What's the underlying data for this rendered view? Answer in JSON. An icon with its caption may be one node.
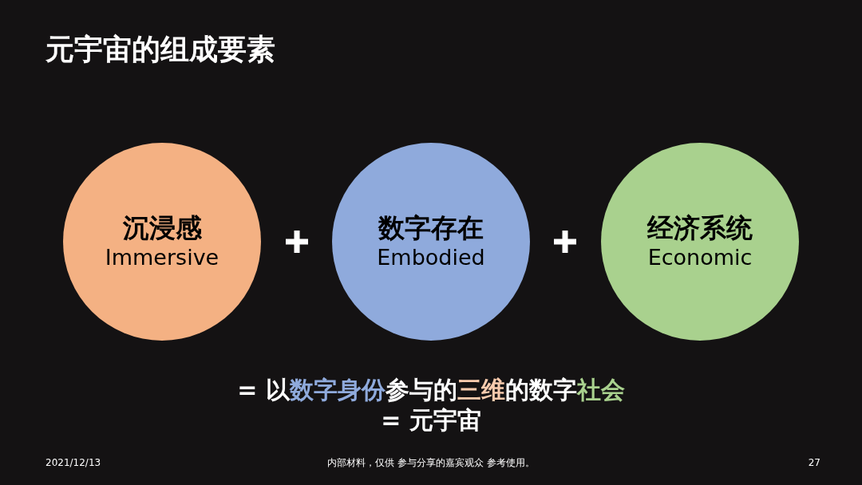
{
  "diagram": {
    "title": "元宇宙的组成要素",
    "nodes": [
      {
        "text": [
          "沉浸感",
          "Immersive"
        ]
      },
      {
        "text": [
          "数字存在",
          "Embodied"
        ]
      },
      {
        "text": [
          "经济系统",
          "Economic"
        ]
      }
    ],
    "labels": [
      "= 以数字身份参与的三维的数字社会",
      "= 元宇宙",
      "2021/12/13",
      "内部材料，仅供 参与分享的嘉宾观众 参考使用。",
      "27"
    ]
  }
}
